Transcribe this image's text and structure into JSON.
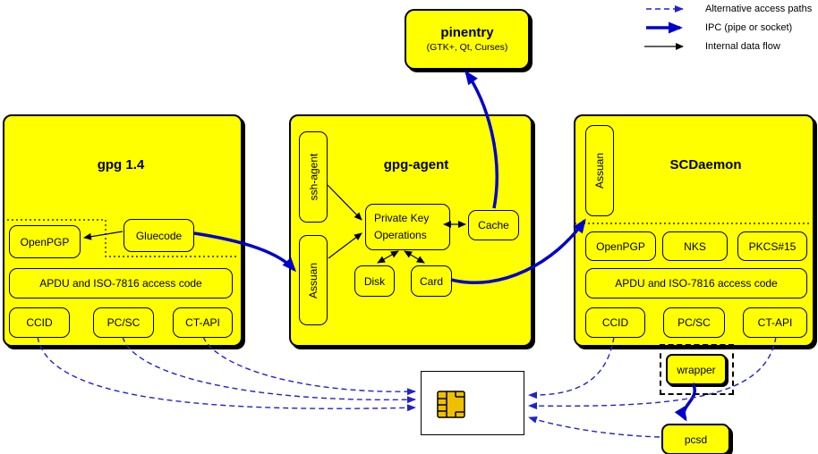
{
  "colors": {
    "box_fill": "#ffff00",
    "border": "#000000",
    "ipc_blue": "#0000cc",
    "dashed_blue": "#2222cc",
    "chip_gold": "#f0c000",
    "card_fill": "#ffffff"
  },
  "legend": {
    "items": [
      {
        "icon": "dashed-blue-arrow-icon",
        "label": "Alternative access paths"
      },
      {
        "icon": "thick-blue-arrow-icon",
        "label": "IPC (pipe or socket)"
      },
      {
        "icon": "thin-black-arrow-icon",
        "label": "Internal data flow"
      }
    ]
  },
  "pinentry": {
    "title": "pinentry",
    "subtitle": "(GTK+, Qt, Curses)"
  },
  "gpg14": {
    "title": "gpg 1.4",
    "modules": {
      "openpgp": "OpenPGP",
      "gluecode": "Gluecode",
      "apdu": "APDU and ISO-7816 access code",
      "ccid": "CCID",
      "pcsc": "PC/SC",
      "ctapi": "CT-API"
    }
  },
  "gpg_agent": {
    "title": "gpg-agent",
    "modules": {
      "ssh_agent": "ssh-agent",
      "assuan": "Assuan",
      "pko_line1": "Private Key",
      "pko_line2": "Operations",
      "cache": "Cache",
      "disk": "Disk",
      "card": "Card"
    }
  },
  "scdaemon": {
    "title": "SCDaemon",
    "modules": {
      "assuan": "Assuan",
      "openpgp": "OpenPGP",
      "nks": "NKS",
      "pkcs15": "PKCS#15",
      "apdu": "APDU and ISO-7816 access code",
      "ccid": "CCID",
      "pcsc": "PC/SC",
      "ctapi": "CT-API"
    }
  },
  "wrapper": {
    "label": "wrapper"
  },
  "pcsd": {
    "label": "pcsd"
  }
}
